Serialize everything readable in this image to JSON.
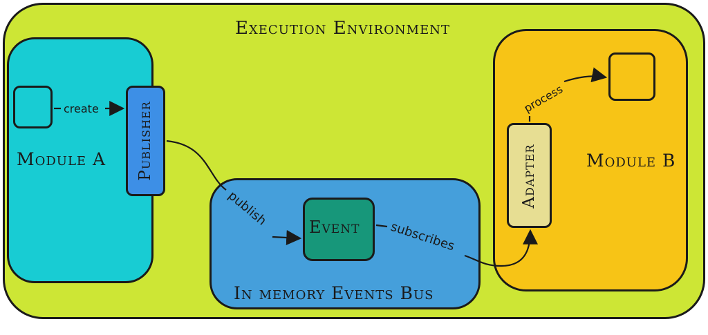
{
  "environment": {
    "title": "Execution Environment"
  },
  "module_a": {
    "title": "Module A",
    "publisher_label": "Publisher"
  },
  "module_b": {
    "title": "Module B",
    "adapter_label": "Adapter"
  },
  "bus": {
    "title": "In memory Events Bus",
    "event_label": "Event"
  },
  "edges": {
    "create": "create",
    "publish": "publish",
    "subscribes": "subscribes",
    "process": "process"
  },
  "colors": {
    "environment": "#cde635",
    "module_a": "#18ccd3",
    "publisher": "#3d8fe6",
    "bus": "#459fdb",
    "event": "#17977a",
    "module_b": "#f7c416",
    "adapter": "#e7de93"
  }
}
